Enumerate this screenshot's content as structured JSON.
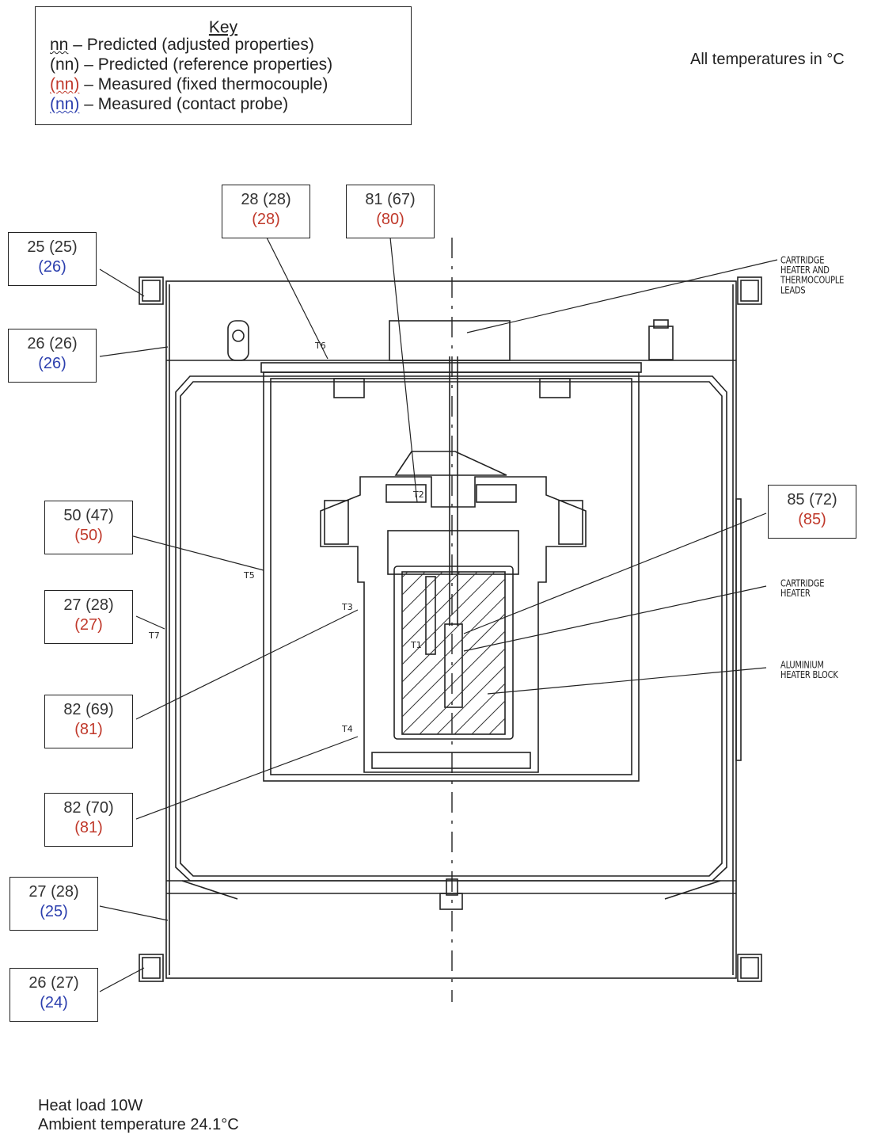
{
  "key": {
    "title": "Key",
    "rows": [
      {
        "symbol": "nn",
        "text": " – Predicted (adjusted properties)"
      },
      {
        "symbol": "(nn)",
        "text": " – Predicted (reference properties)"
      },
      {
        "symbol": "(nn)",
        "text": " – Measured (fixed thermocouple)"
      },
      {
        "symbol": "(nn)",
        "text": " – Measured (contact probe)"
      }
    ]
  },
  "units_note": "All temperatures in °C",
  "labels": {
    "top_lid": {
      "predicted": "28 (28)",
      "measured": "(28)"
    },
    "heater_top": {
      "predicted": "81 (67)",
      "measured": "(80)"
    },
    "corner_top_left": {
      "predicted": "25 (25)",
      "measured": "(26)"
    },
    "outer_wall_top": {
      "predicted": "26 (26)",
      "measured": "(26)"
    },
    "t5_wall": {
      "predicted": "50 (47)",
      "measured": "(50)"
    },
    "t7_outer": {
      "predicted": "27 (28)",
      "measured": "(27)"
    },
    "t3_inner": {
      "predicted": "82 (69)",
      "measured": "(81)"
    },
    "t4_inner": {
      "predicted": "82 (70)",
      "measured": "(81)"
    },
    "base_wall": {
      "predicted": "27 (28)",
      "measured": "(25)"
    },
    "corner_bottom_left": {
      "predicted": "26 (27)",
      "measured": "(24)"
    },
    "t1_block": {
      "predicted": "85 (72)",
      "measured": "(85)"
    }
  },
  "callouts": {
    "leads": "CARTRIDGE\nHEATER AND\nTHERMOCOUPLE\nLEADS",
    "heater": "CARTRIDGE\nHEATER",
    "block": "ALUMINIUM\nHEATER BLOCK"
  },
  "thermocouples": {
    "t1": "T1",
    "t2": "T2",
    "t3": "T3",
    "t4": "T4",
    "t5": "T5",
    "t6": "T6",
    "t7": "T7"
  },
  "footer": {
    "heat_load": "Heat load 10W",
    "ambient": "Ambient temperature 24.1°C"
  }
}
